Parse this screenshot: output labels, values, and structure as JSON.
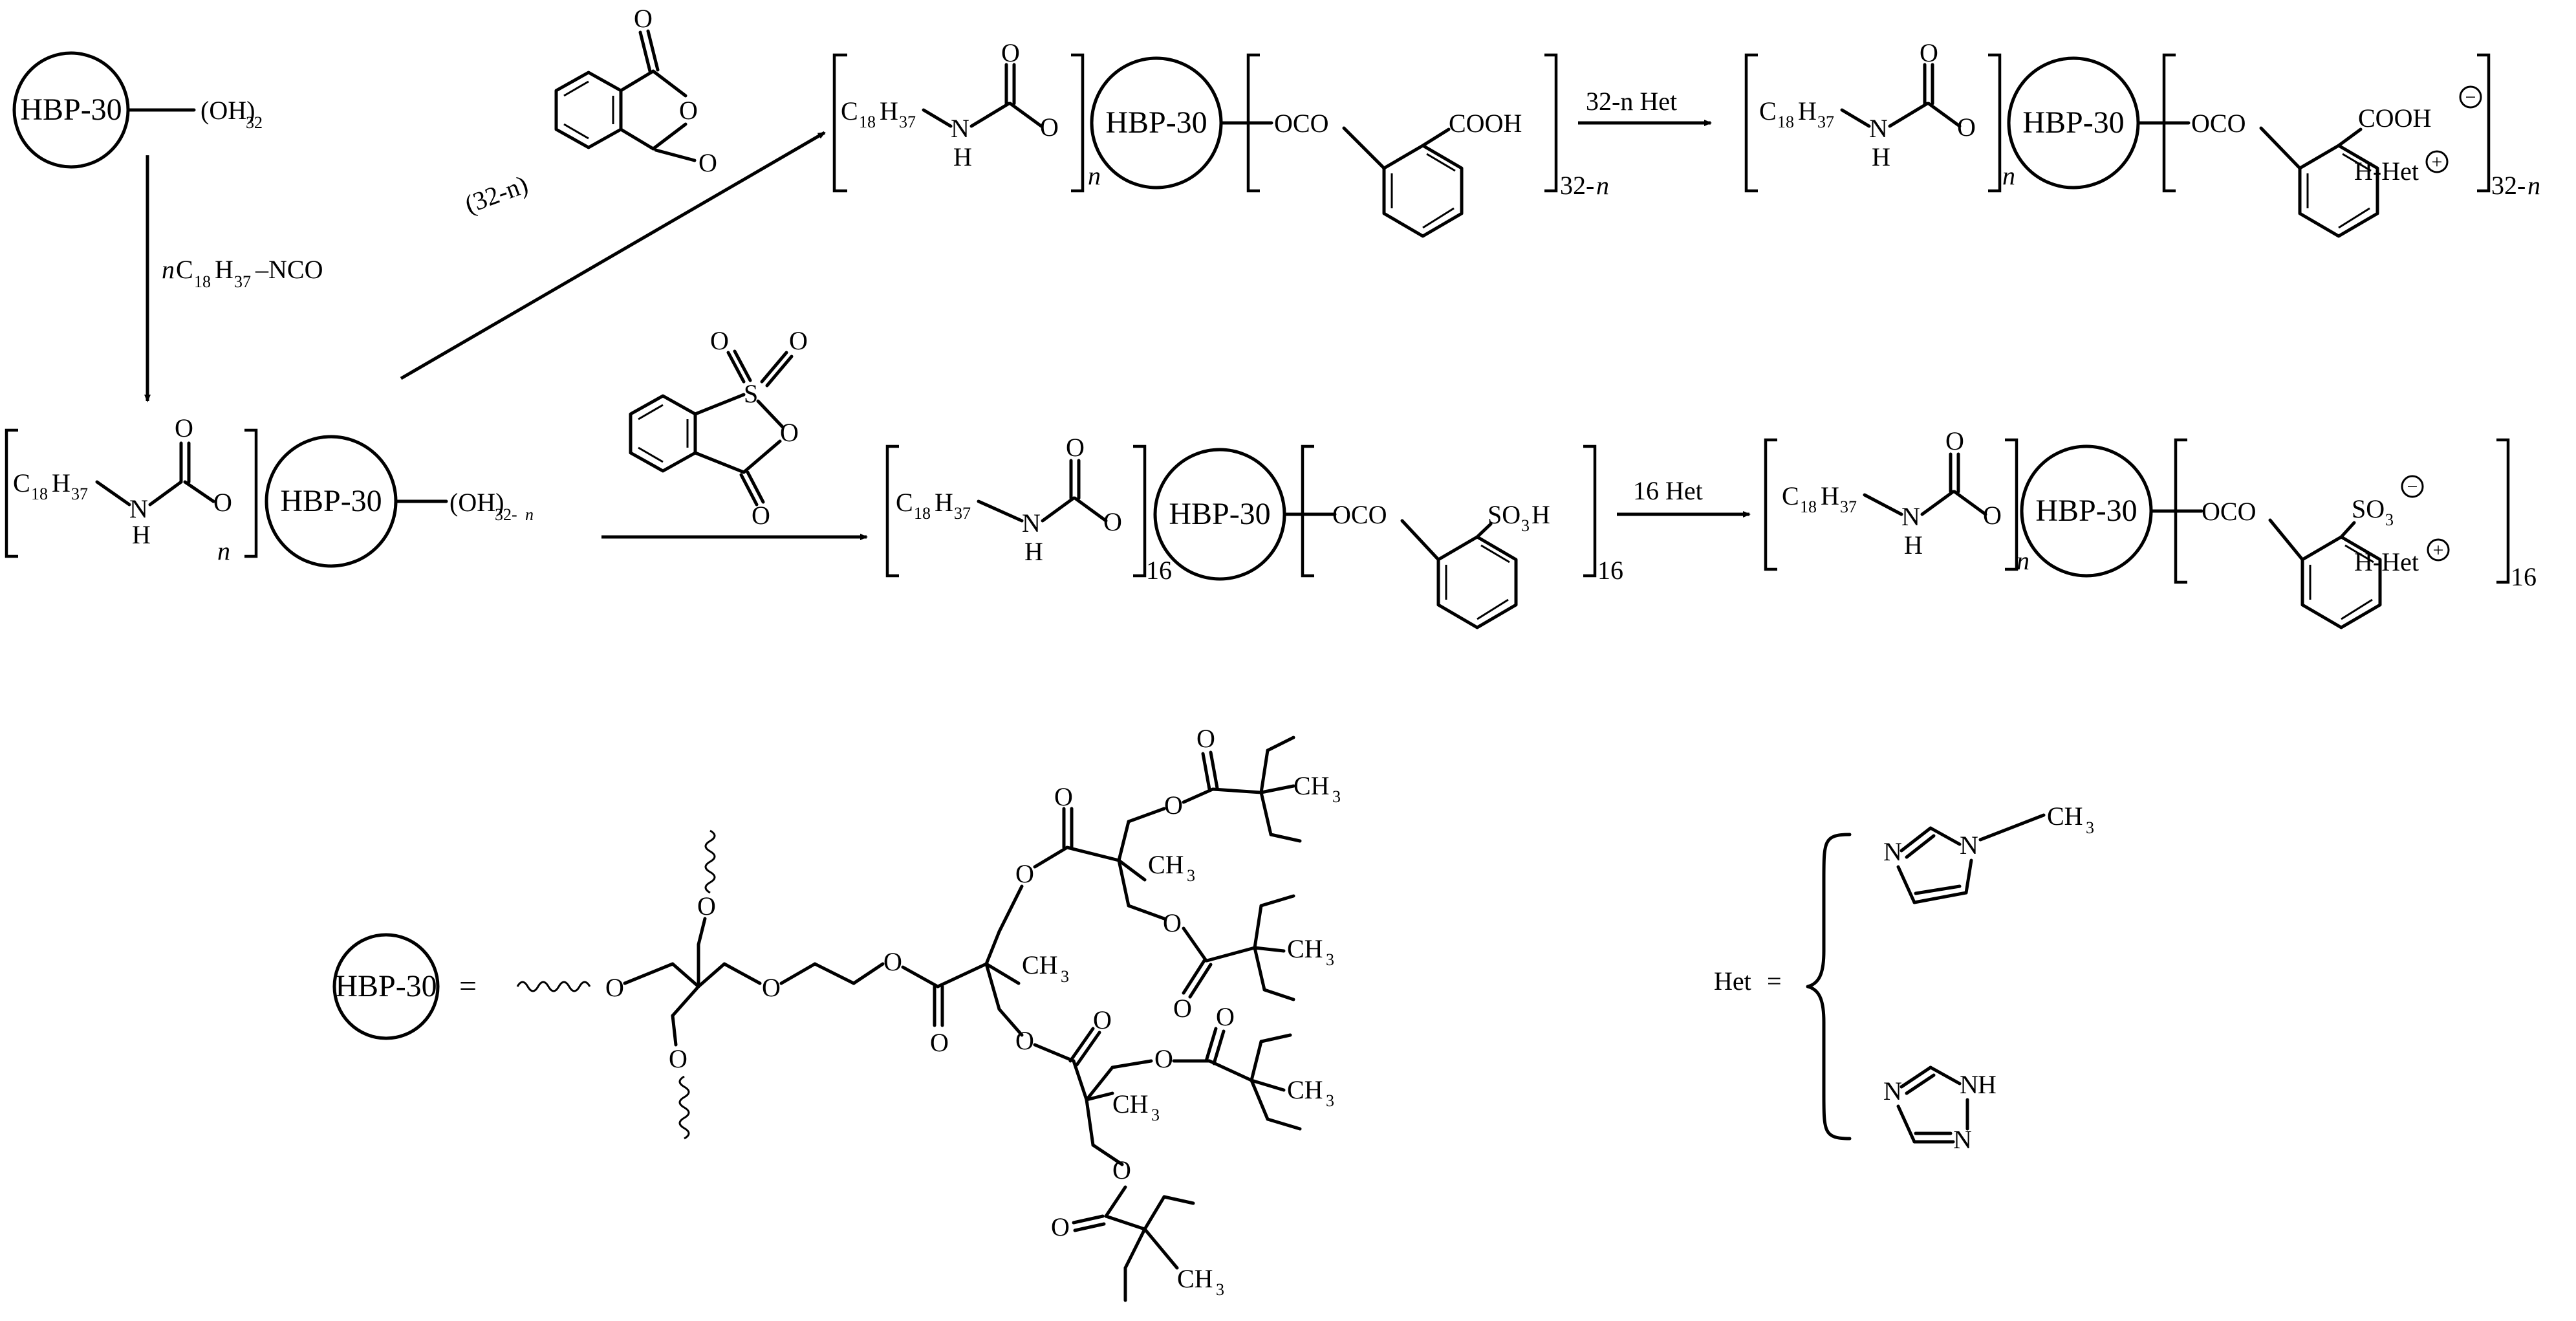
{
  "core": "HBP-30",
  "oh": "(OH)",
  "n32": "32",
  "n32n": "32-",
  "n": "n",
  "c": "C",
  "h": "H",
  "n18": "18",
  "n37": "37",
  "nh_n": "N",
  "nh_h": "H",
  "o": "O",
  "carbonyl_o": "O",
  "oco": "OCO",
  "cooh": "COOH",
  "so3h": "SO",
  "so3h_3": "3",
  "so3h_h": "H",
  "n16": "16",
  "reagent_isocyanate": "C",
  "reagent_nco": "–NCO",
  "phthalic_count": "(32-n)",
  "arrow_het_top": "32-n Het",
  "arrow_het_bottom": "16 Het",
  "hhet": "H-Het",
  "plus": "+",
  "minus": "−",
  "eq": "=",
  "het": "Het",
  "ch3": "CH",
  "ch3_3": "3",
  "nh": "NH",
  "s": "S"
}
